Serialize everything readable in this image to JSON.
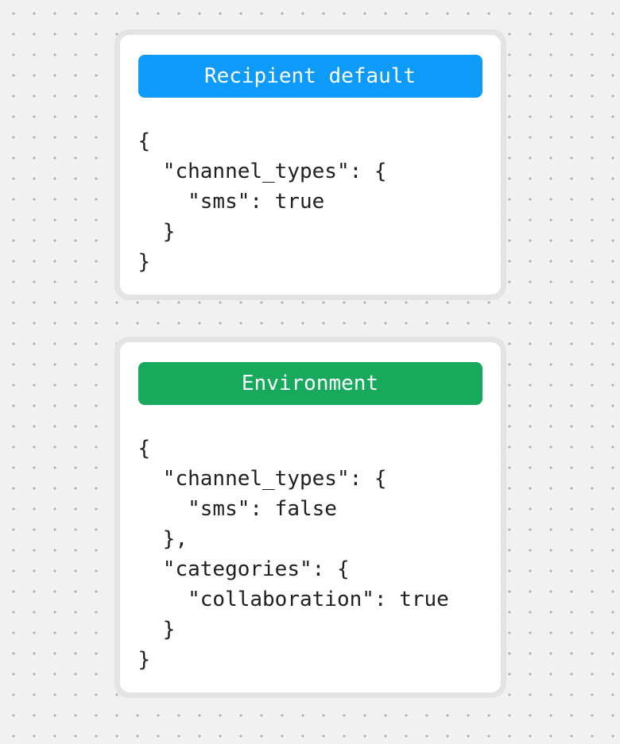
{
  "page": {
    "background_color": "#F1F1F2",
    "dot_color": "#ACACAC"
  },
  "cards": [
    {
      "title": "Recipient default",
      "header_color": "#0D9AF8",
      "code": "{\n  \"channel_types\": {\n    \"sms\": true\n  }\n}"
    },
    {
      "title": "Environment",
      "header_color": "#17A95C",
      "code": "{\n  \"channel_types\": {\n    \"sms\": false\n  },\n  \"categories\": {\n    \"collaboration\": true\n  }\n}"
    }
  ]
}
